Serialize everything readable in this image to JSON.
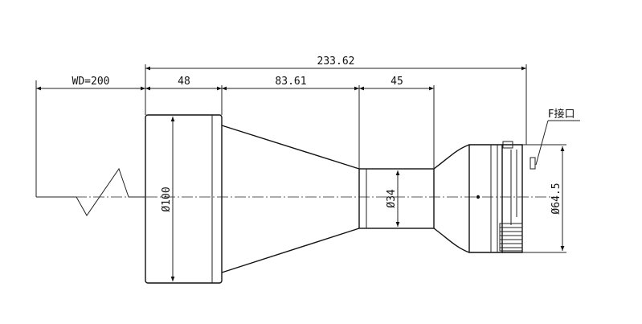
{
  "dimensions": {
    "total_length": "233.62",
    "working_distance": "WD=200",
    "front_segment": "48",
    "cone_segment": "83.61",
    "rear_segment": "45",
    "front_diameter": "Ø100",
    "waist_diameter": "Ø34",
    "mount_diameter": "Ø64.5"
  },
  "callouts": {
    "mount_label": "F接口"
  }
}
